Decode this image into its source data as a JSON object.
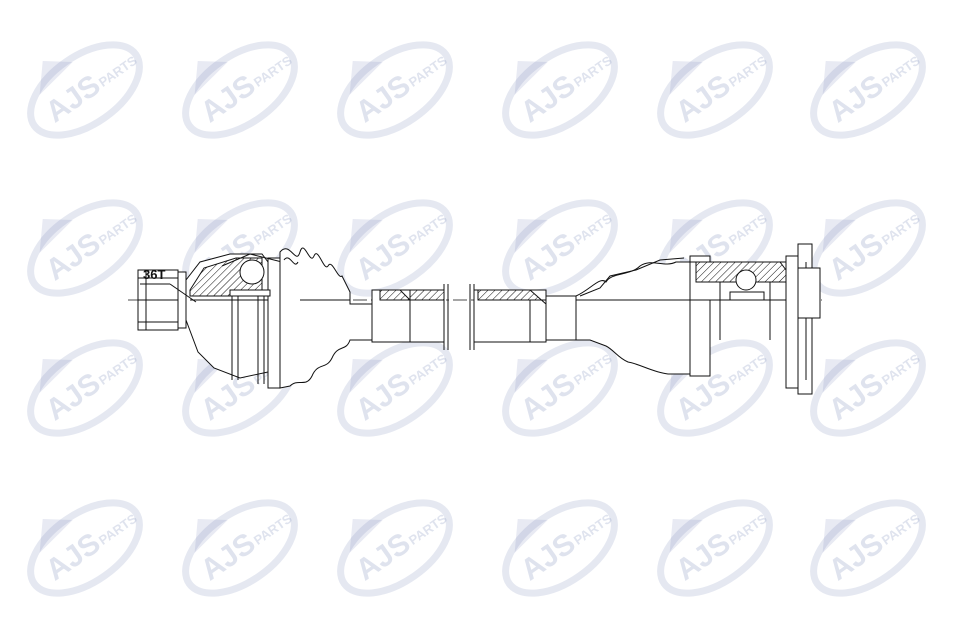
{
  "watermark": {
    "brand": "AJS",
    "suffix": "PARTS",
    "color": "#6f7fb3"
  },
  "drawing": {
    "spline_label": "36T",
    "line_color": "#111111"
  }
}
